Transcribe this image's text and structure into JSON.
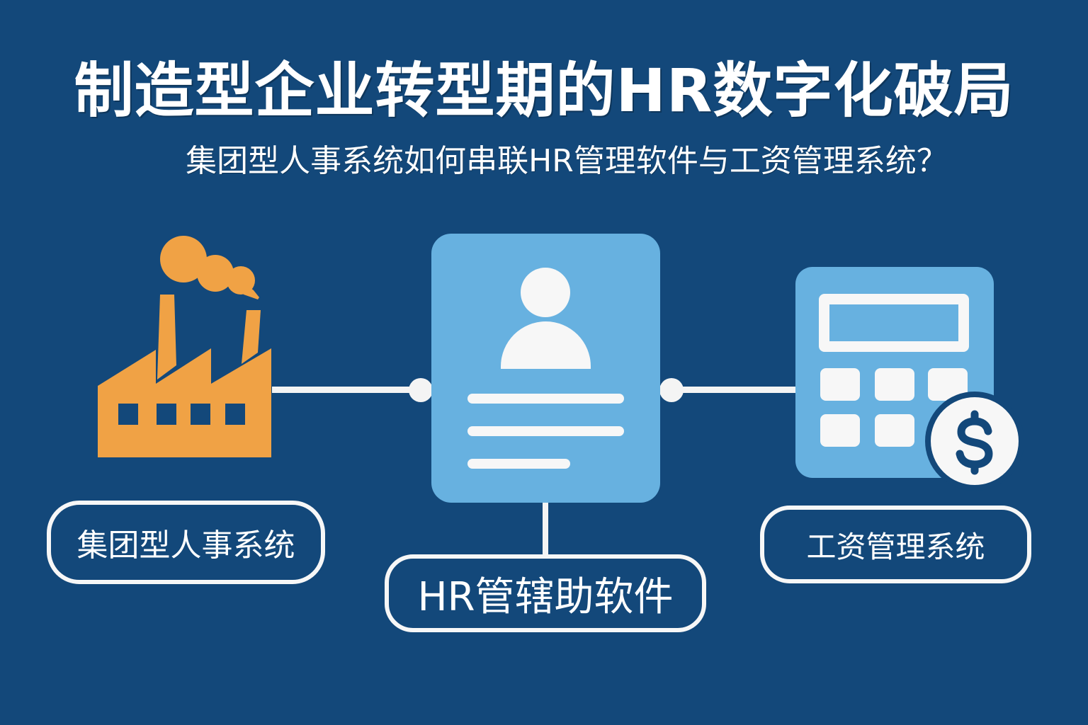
{
  "header": {
    "title": "制造型企业转型期的HR数字化破局",
    "subtitle": "集团型人事系统如何串联HR管理软件与工资管理系统？"
  },
  "colors": {
    "background": "#13487A",
    "factory": "#F0A245",
    "card_blue": "#67B1E0",
    "white": "#F7F7F7"
  },
  "nodes": [
    {
      "id": "group-hr-system",
      "icon": "factory-icon",
      "label": "集团型人事系统"
    },
    {
      "id": "hr-software",
      "icon": "employee-profile-icon",
      "label": "HR管辖助软件"
    },
    {
      "id": "payroll-system",
      "icon": "calculator-dollar-icon",
      "label": "工资管理系统"
    }
  ],
  "icons": {
    "coin_symbol": "$"
  }
}
